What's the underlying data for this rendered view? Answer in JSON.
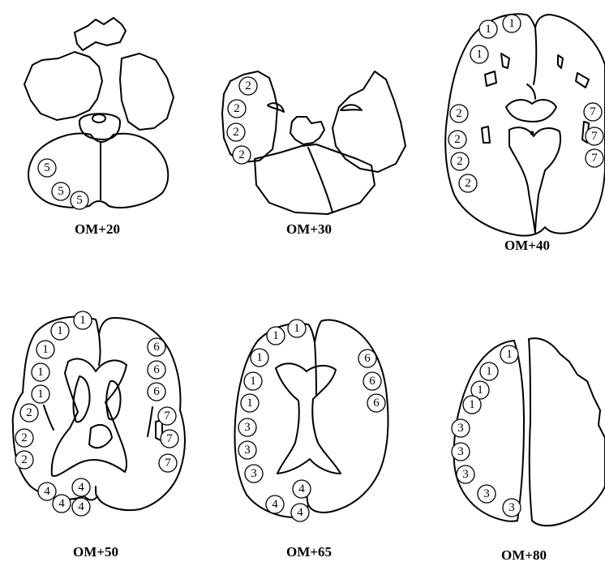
{
  "slices": [
    {
      "label": "OM+20",
      "regions": [
        "5",
        "5",
        "5"
      ]
    },
    {
      "label": "OM+30",
      "regions": [
        "2",
        "2",
        "2",
        "2"
      ]
    },
    {
      "label": "OM+40",
      "regions": [
        "1",
        "1",
        "1",
        "2",
        "2",
        "2",
        "2",
        "7",
        "7",
        "7"
      ]
    },
    {
      "label": "OM+50",
      "regions": [
        "1",
        "1",
        "1",
        "1",
        "1",
        "2",
        "2",
        "2",
        "6",
        "6",
        "6",
        "7",
        "7",
        "7",
        "4",
        "4",
        "4",
        "4"
      ]
    },
    {
      "label": "OM+65",
      "regions": [
        "1",
        "1",
        "1",
        "1",
        "1",
        "3",
        "3",
        "3",
        "6",
        "6",
        "6",
        "4",
        "4",
        "4"
      ]
    },
    {
      "label": "OM+80",
      "regions": [
        "1",
        "1",
        "1",
        "1",
        "3",
        "3",
        "3",
        "3",
        "3"
      ]
    }
  ]
}
